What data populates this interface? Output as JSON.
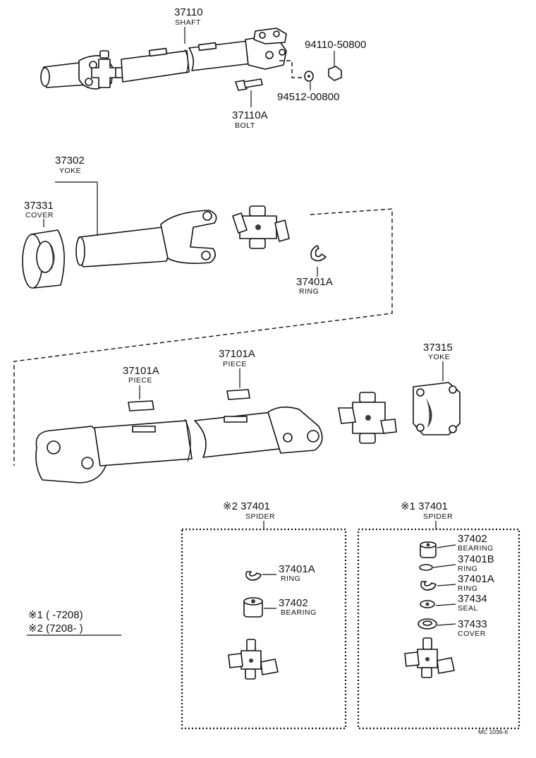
{
  "labels": {
    "shaft": {
      "part": "37110",
      "name": "SHAFT"
    },
    "nut": {
      "part": "94110-50800"
    },
    "washer": {
      "part": "94512-00800"
    },
    "bolt": {
      "part": "37110A",
      "name": "BOLT"
    },
    "yoke_front": {
      "part": "37302",
      "name": "YOKE"
    },
    "cover_front": {
      "part": "37331",
      "name": "COVER"
    },
    "ring_front": {
      "part": "37401A",
      "name": "RING"
    },
    "piece_1": {
      "part": "37101A",
      "name": "PIECE"
    },
    "piece_2": {
      "part": "37101A",
      "name": "PIECE"
    },
    "yoke_rear": {
      "part": "37315",
      "name": "YOKE"
    },
    "spider_2": {
      "part": "※2 37401",
      "name": "SPIDER"
    },
    "spider_2_ring": {
      "part": "37401A",
      "name": "RING"
    },
    "spider_2_bearing": {
      "part": "37402",
      "name": "BEARING"
    },
    "spider_1": {
      "part": "※1 37401",
      "name": "SPIDER"
    },
    "spider_1_bearing": {
      "part": "37402",
      "name": "BEARING"
    },
    "spider_1_ring_b": {
      "part": "37401B",
      "name": "RING"
    },
    "spider_1_ring_a": {
      "part": "37401A",
      "name": "RING"
    },
    "spider_1_seal": {
      "part": "37434",
      "name": "SEAL"
    },
    "spider_1_cover": {
      "part": "37433",
      "name": "COVER"
    }
  },
  "legend": {
    "row1": "※1 (        -7208)",
    "row2": "※2 (7208-        )"
  },
  "footer": "MC 1036-6"
}
